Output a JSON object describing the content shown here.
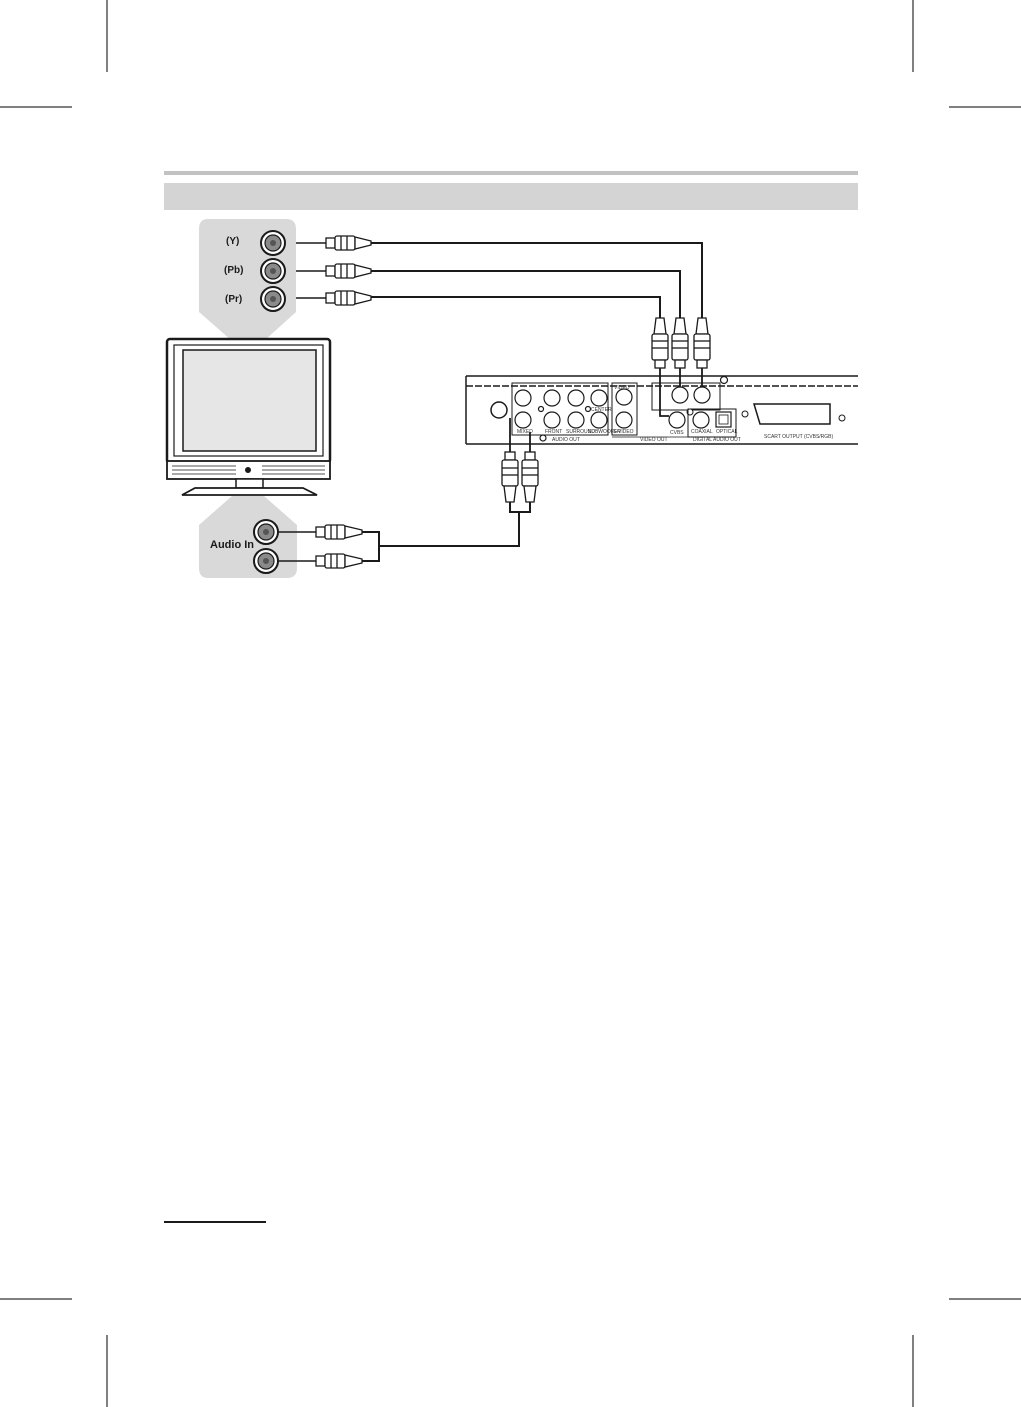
{
  "colors": {
    "ink": "#1a1a1a",
    "header_rule": "#c2c2c2",
    "section_band": "#d4d4d4",
    "callout_bg": "#d9d9d9",
    "screen": "#e6e6e6",
    "jack_ring": "#8a8a8a",
    "jack_center": "#6a6a6a"
  },
  "tv_component_inputs": {
    "labels": [
      "(Y)",
      "(Pb)",
      "(Pr)"
    ]
  },
  "tv_audio_input": {
    "label": "Audio In"
  },
  "player_rear_panel": {
    "labels": {
      "audio_out": "AUDIO OUT",
      "video_out": "VIDEO OUT",
      "digital_audio_out": "DIGITAL AUDIO OUT",
      "coaxial": "COAXIAL",
      "optical": "OPTICAL",
      "scart": "SCART OUTPUT (CVBS/RGB)",
      "front": "FRONT",
      "surround": "SURROUND",
      "subwoofer": "SUBWOOFER",
      "mixed": "MIXED",
      "center": "CENTER",
      "video": "VIDEO",
      "s_video": "S-VIDEO",
      "cvbs": "CVBS"
    }
  },
  "icons": [
    "rca-plug-icon",
    "rca-jack-icon",
    "television-icon",
    "dvd-player-rear-panel-icon"
  ]
}
